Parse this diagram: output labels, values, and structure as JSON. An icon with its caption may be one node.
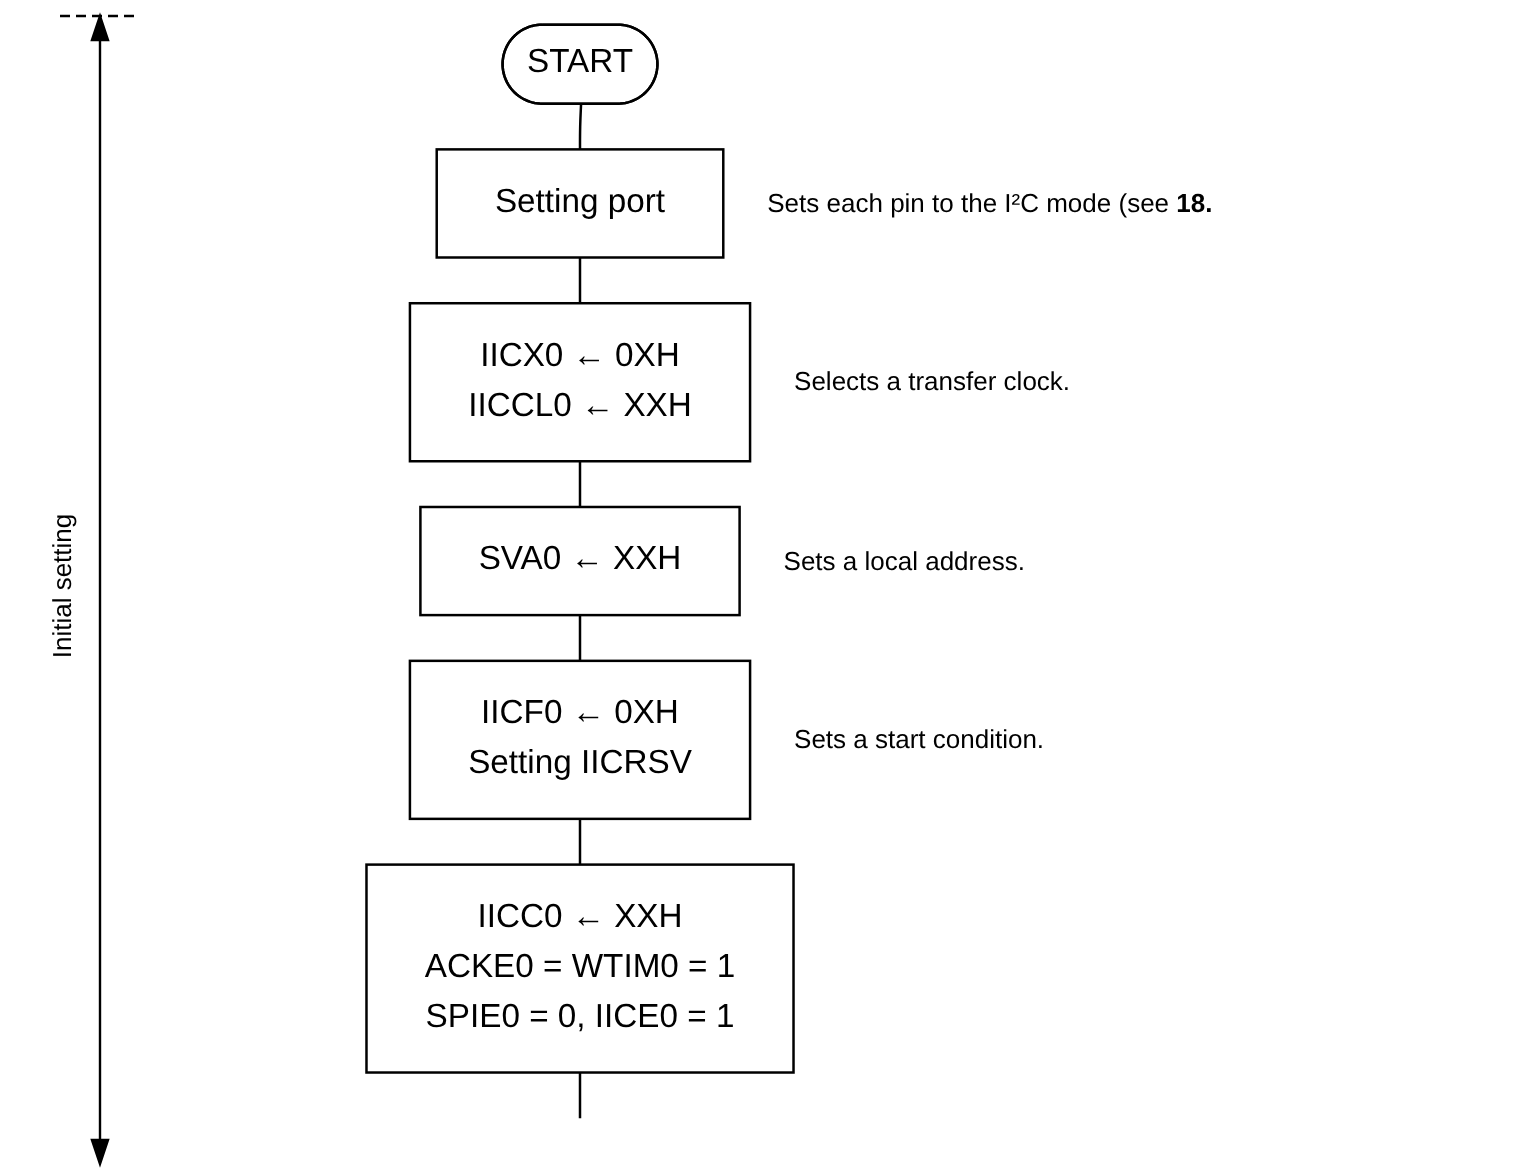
{
  "diagram": {
    "nodes": [
      {
        "text": [
          "START"
        ]
      },
      {
        "text": [
          "Setting port"
        ],
        "beside": [
          "Sets each pin to the I²C mode (see **18.**"
        ]
      },
      {
        "text": [
          "IICX0 ← 0XH",
          "IICCL0 ← XXH"
        ],
        "beside": [
          "Selects a transfer clock."
        ]
      },
      {
        "text": [
          "SVA0 ← XXH"
        ],
        "beside": [
          "Sets a local address."
        ]
      },
      {
        "text": [
          "IICF0 ← 0XH",
          "Setting IICRSV"
        ],
        "beside": [
          "Sets a start condition."
        ]
      },
      {
        "text": [
          "IICC0 ← XXH",
          "ACKE0 = WTIM0 = 1",
          "SPIE0 = 0, IICE0 = 1"
        ]
      }
    ],
    "edges": [
      {
        "from": 0,
        "to": 1,
        "arrow": "none"
      },
      {
        "from": 1,
        "to": 2,
        "arrow": "none"
      },
      {
        "from": 2,
        "to": 3,
        "arrow": "none"
      },
      {
        "from": 3,
        "to": 4,
        "arrow": "none"
      },
      {
        "from": 4,
        "to": 5,
        "arrow": "none"
      },
      {
        "from": 5,
        "to": null,
        "arrow": "none"
      }
    ],
    "labels": [
      "Initial setting"
    ]
  }
}
